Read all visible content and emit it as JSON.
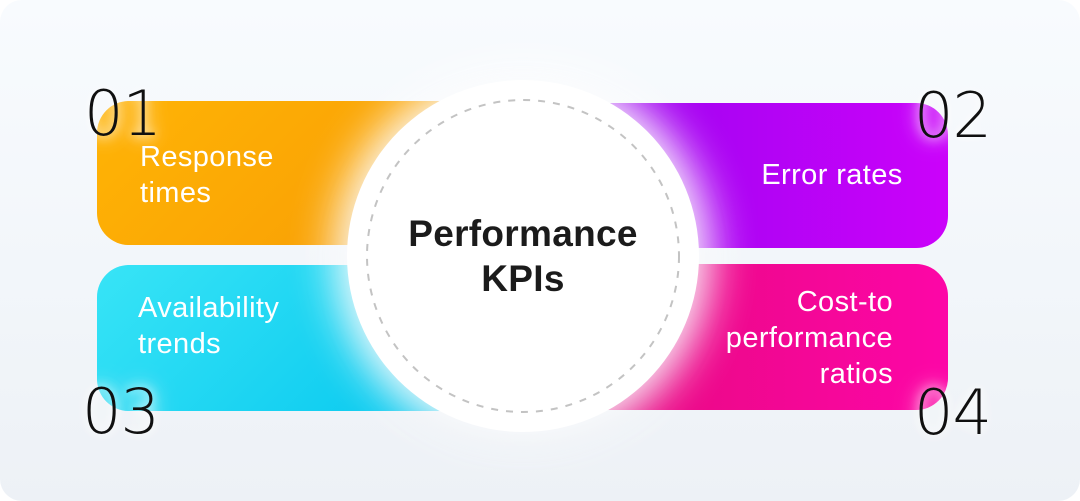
{
  "page": {
    "background": "#ffffff",
    "panel_background_top": "#f8fbfe",
    "panel_background_bottom": "#edf1f6"
  },
  "center": {
    "title": "Performance\nKPIs",
    "text_color": "#1b1b1b",
    "circle_color": "#ffffff",
    "dash_color": "#c3c3c3"
  },
  "cards": [
    {
      "number": "01",
      "label": "Response\ntimes",
      "label_color": "#ffffff",
      "number_color": "#101010",
      "gradient": {
        "angle": "135deg",
        "from": "#FFB405",
        "to": "#F79905"
      }
    },
    {
      "number": "02",
      "label": "Error rates",
      "label_color": "#ffffff",
      "number_color": "#101010",
      "gradient": {
        "angle": "90deg",
        "from": "#9404EE",
        "to": "#CB02FA"
      }
    },
    {
      "number": "03",
      "label": "Availability\ntrends",
      "label_color": "#ffffff",
      "number_color": "#101010",
      "gradient": {
        "angle": "135deg",
        "from": "#38E4F6",
        "to": "#00C4EE"
      }
    },
    {
      "number": "04",
      "label": "Cost-to\nperformance\nratios",
      "label_color": "#ffffff",
      "number_color": "#101010",
      "gradient": {
        "angle": "90deg",
        "from": "#E30979",
        "to": "#FD06A7"
      }
    }
  ]
}
